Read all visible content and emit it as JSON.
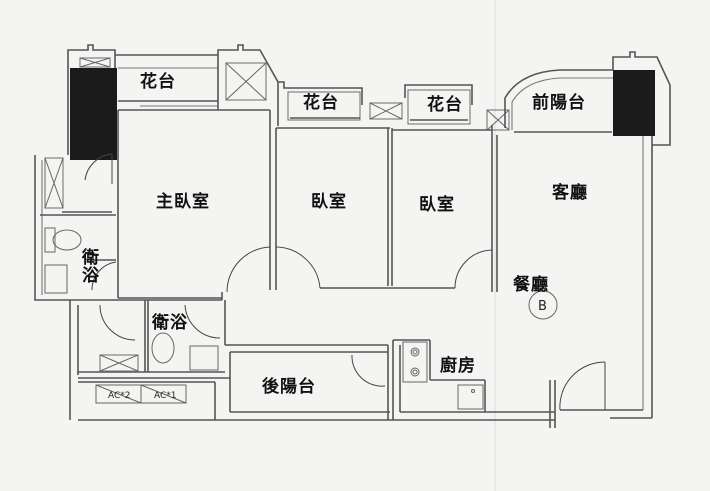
{
  "title": "住宅平面圖",
  "rooms": {
    "flower_bed_1": "花台",
    "flower_bed_2": "花台",
    "flower_bed_3": "花台",
    "front_balcony": "前陽台",
    "master_bedroom": "主臥室",
    "bedroom_1": "臥室",
    "bedroom_2": "臥室",
    "living_room": "客廳",
    "dining_room": "餐廳",
    "bathroom_1": "衛浴",
    "bathroom_2": "衛浴",
    "rear_balcony": "後陽台",
    "kitchen": "廚房"
  },
  "marker": {
    "label": "B"
  },
  "ac_units": [
    "AC*2",
    "AC*1"
  ],
  "colors": {
    "wall": "#555555",
    "shaft": "#1b1b1b",
    "paper": "#f4f4f2"
  }
}
